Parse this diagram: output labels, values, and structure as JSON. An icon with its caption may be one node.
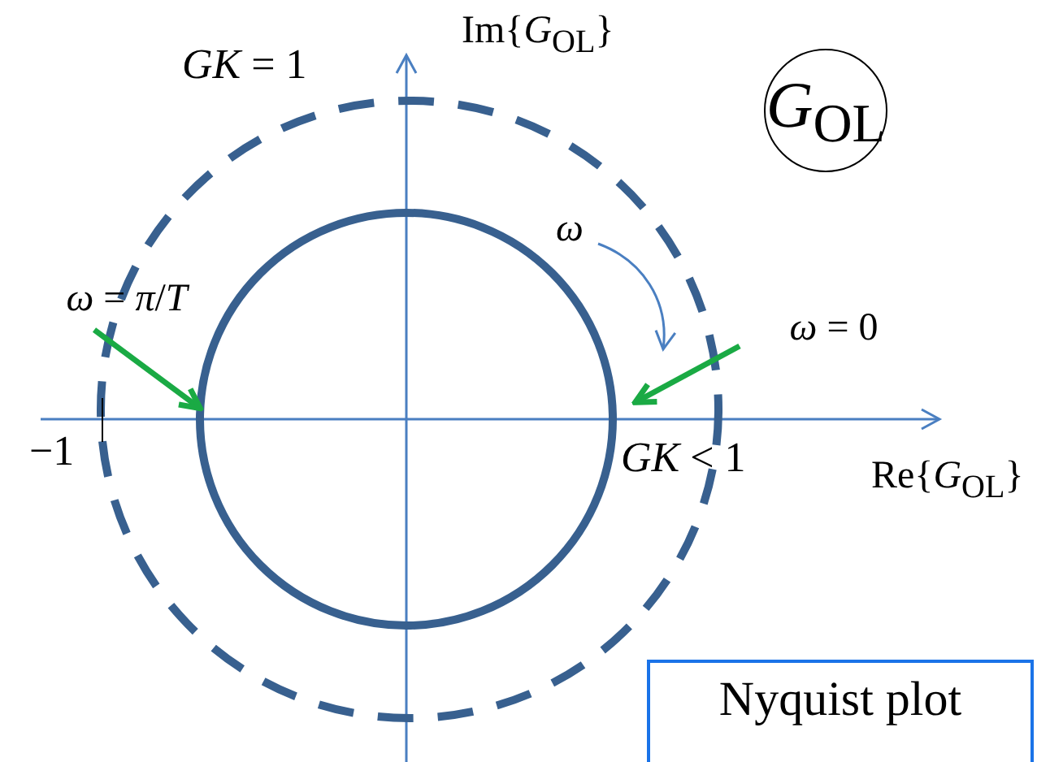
{
  "diagram": {
    "nodes": [
      {
        "text": [
          "*G*$_{OL}$"
        ]
      },
      {
        "text": [
          "Nyquist plot"
        ]
      },
      {
        "text": [
          "*ω* = *π*/*T*"
        ]
      },
      {
        "text": [
          "*ω* = 0"
        ]
      },
      {
        "text": [],
        "shape": "circle"
      }
    ],
    "edges": [
      {
        "from": 2,
        "to": 4,
        "arrow": "to"
      },
      {
        "from": 3,
        "to": 4,
        "arrow": "to"
      }
    ],
    "labels": [
      "*GK* = 1",
      "Im{*G*$_{OL}$}",
      "*ω*",
      "−1",
      "*GK* < 1",
      "Re{*G*$_{OL}$}"
    ]
  }
}
